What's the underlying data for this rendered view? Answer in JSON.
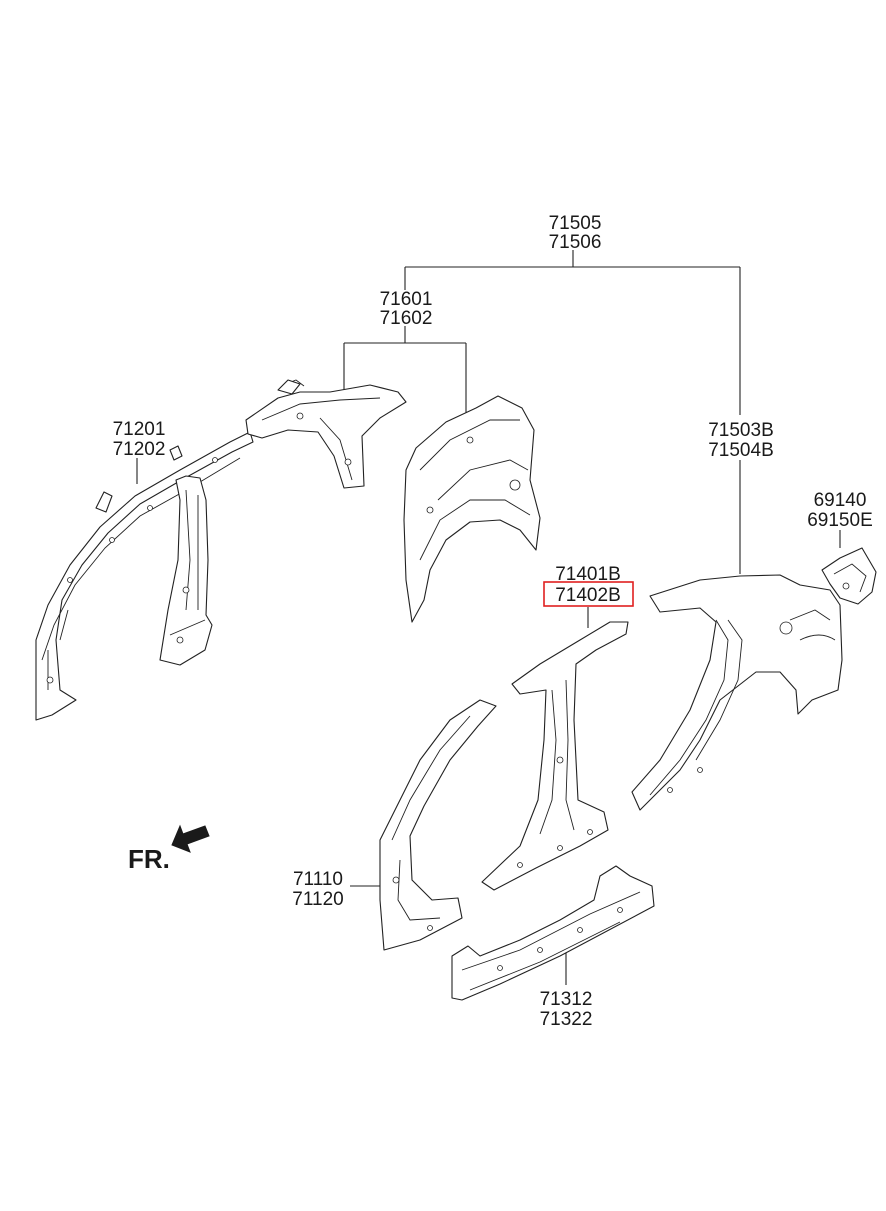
{
  "labels": {
    "l71505": "71505",
    "l71506": "71506",
    "l71601": "71601",
    "l71602": "71602",
    "l71201": "71201",
    "l71202": "71202",
    "l71503b": "71503B",
    "l71504b": "71504B",
    "l69140": "69140",
    "l69150e": "69150E",
    "l71401b": "71401B",
    "l71402b": "71402B",
    "l71110": "71110",
    "l71120": "71120",
    "l71312": "71312",
    "l71322": "71322"
  },
  "direction": {
    "text": "FR.",
    "icon": "front-direction-arrow-icon"
  },
  "highlighted_part": "71402B",
  "colors": {
    "line": "#222222",
    "highlight": "#e02020",
    "background": "#ffffff"
  }
}
